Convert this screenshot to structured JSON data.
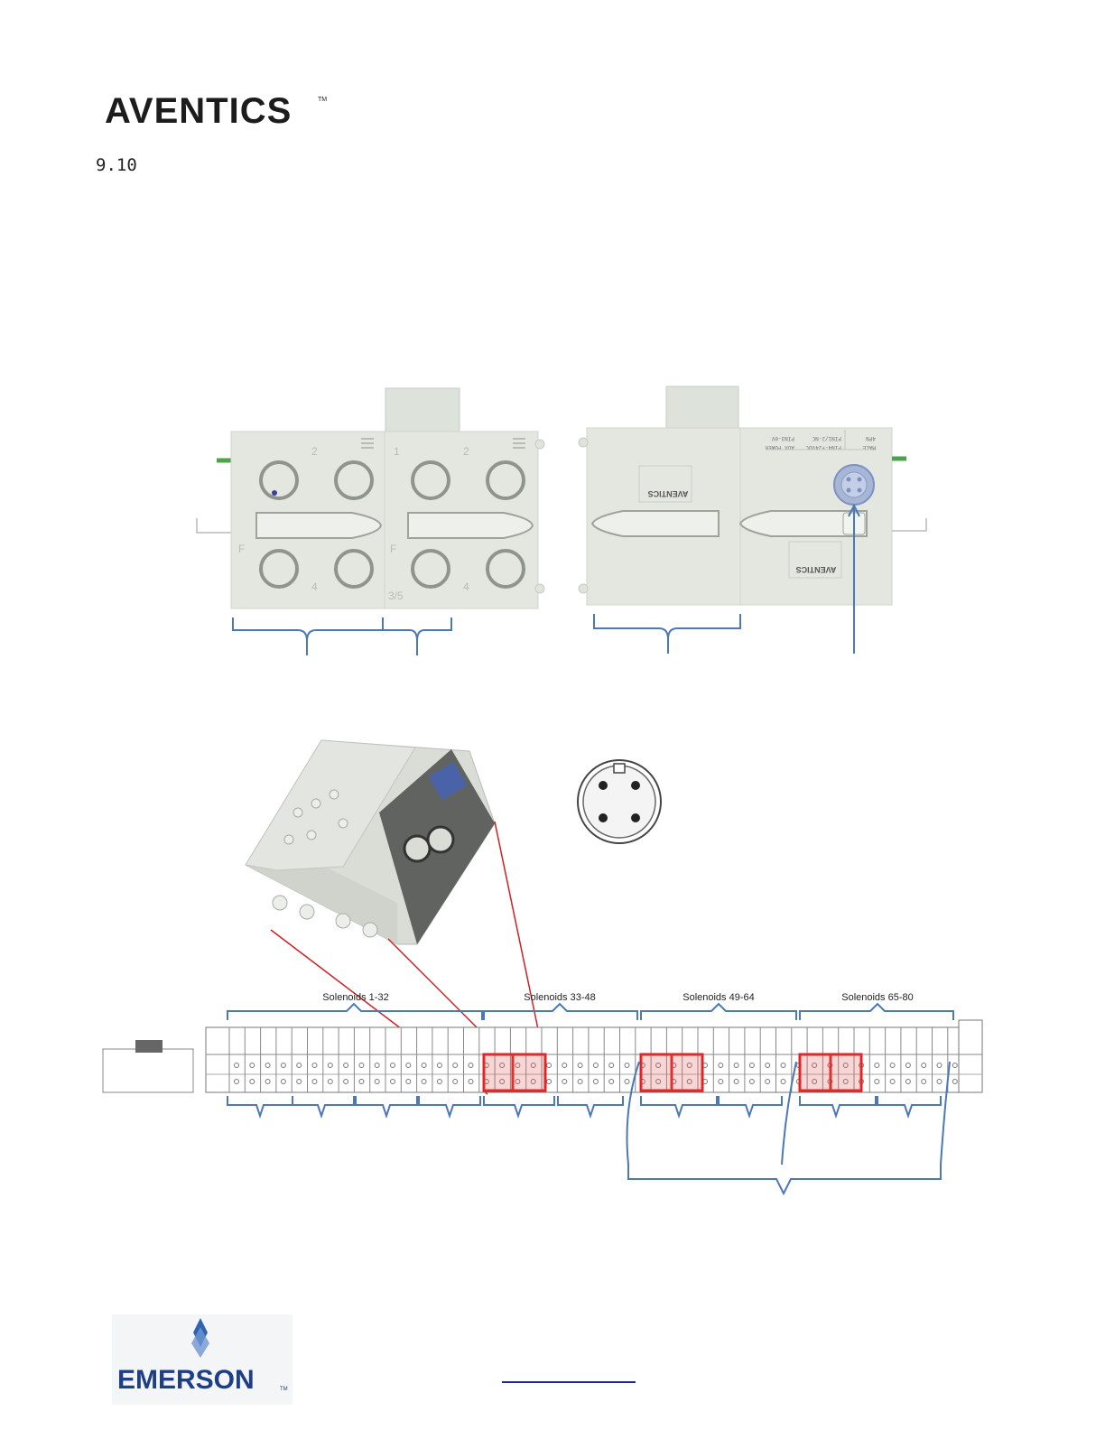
{
  "header": {
    "brand": "AVENTICS",
    "trademark": "TM"
  },
  "section": {
    "number": "9.10"
  },
  "front_panel": {
    "labels": [
      "2",
      "4",
      "F",
      "1",
      "2",
      "F",
      "4",
      "3/5"
    ]
  },
  "rear_panel": {
    "brand_mark": "AVENTICS",
    "connector_label_lines": [
      "4PN",
      "MALE",
      "PIN1/2-NC",
      "PIN3-0V",
      "PIN4-+24VDC",
      "AUX POWER"
    ]
  },
  "manifold": {
    "groups": [
      {
        "label": "Solenoids 1-32"
      },
      {
        "label": "Solenoids 33-48"
      },
      {
        "label": "Solenoids 49-64"
      },
      {
        "label": "Solenoids 65-80"
      }
    ]
  },
  "footer": {
    "brand": "EMERSON",
    "trademark": "TM"
  },
  "colors": {
    "bracket": "#4a78b8",
    "highlight": "#e02020",
    "body": "#e2e6df",
    "brand_dark": "#1c1c1c",
    "emerson_blue": "#1e3f86"
  }
}
